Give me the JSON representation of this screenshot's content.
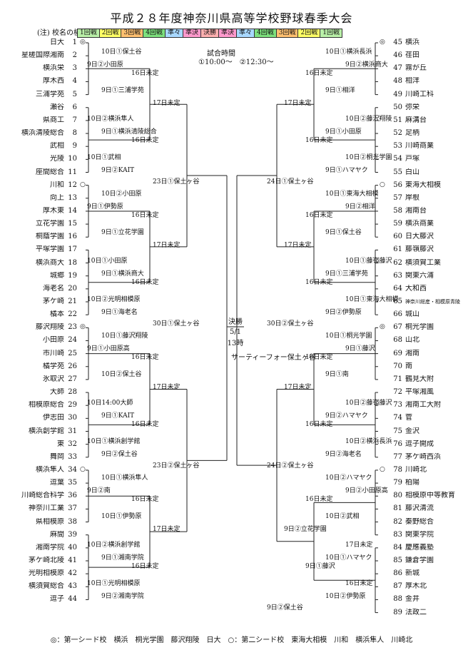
{
  "title": "平成２８年度神奈川県高等学校野球春季大会",
  "note": "(注) 校名の横の数字は抽選番号",
  "legend": [
    {
      "label": "1回戦",
      "color": "#b9f0a8"
    },
    {
      "label": "2回戦",
      "color": "#ffff66"
    },
    {
      "label": "3回戦",
      "color": "#ffc070"
    },
    {
      "label": "4回戦",
      "color": "#7de07d"
    },
    {
      "label": "準々",
      "color": "#a8d8ff"
    },
    {
      "label": "準決",
      "color": "#ff99cc"
    },
    {
      "label": "決勝",
      "color": "#ffb0b0"
    },
    {
      "label": "準決",
      "color": "#ff99cc"
    },
    {
      "label": "準々",
      "color": "#a8d8ff"
    },
    {
      "label": "4回戦",
      "color": "#7de07d"
    },
    {
      "label": "3回戦",
      "color": "#ffc070"
    },
    {
      "label": "2回戦",
      "color": "#ffff66"
    },
    {
      "label": "1回戦",
      "color": "#b9f0a8"
    }
  ],
  "match_time": {
    "title": "試合時間",
    "slots": "①10:00～　②12:30～"
  },
  "left_teams": [
    {
      "no": "1",
      "name": "日大",
      "seed": "◎"
    },
    {
      "no": "2",
      "name": "星槎国際湘南"
    },
    {
      "no": "3",
      "name": "横浜栄"
    },
    {
      "no": "4",
      "name": "厚木西"
    },
    {
      "no": "5",
      "name": "三浦学苑"
    },
    {
      "no": "6",
      "name": "瀬谷"
    },
    {
      "no": "7",
      "name": "県商工"
    },
    {
      "no": "8",
      "name": "横浜清陵総合"
    },
    {
      "no": "9",
      "name": "武相"
    },
    {
      "no": "10",
      "name": "光陵"
    },
    {
      "no": "11",
      "name": "座間総合"
    },
    {
      "no": "12",
      "name": "川和",
      "seed": "○"
    },
    {
      "no": "13",
      "name": "向上"
    },
    {
      "no": "14",
      "name": "厚木東"
    },
    {
      "no": "15",
      "name": "立花学園"
    },
    {
      "no": "16",
      "name": "桐蔭学園"
    },
    {
      "no": "17",
      "name": "平塚学園"
    },
    {
      "no": "18",
      "name": "横浜商大"
    },
    {
      "no": "19",
      "name": "城郷"
    },
    {
      "no": "20",
      "name": "海老名"
    },
    {
      "no": "21",
      "name": "茅ケ崎"
    },
    {
      "no": "22",
      "name": "橘本"
    },
    {
      "no": "23",
      "name": "藤沢翔陵",
      "seed": "◎"
    },
    {
      "no": "24",
      "name": "小田原"
    },
    {
      "no": "25",
      "name": "市川崎"
    },
    {
      "no": "26",
      "name": "橘学苑"
    },
    {
      "no": "27",
      "name": "氷取沢"
    },
    {
      "no": "28",
      "name": "大師"
    },
    {
      "no": "29",
      "name": "相模原総合"
    },
    {
      "no": "30",
      "name": "伊志田"
    },
    {
      "no": "31",
      "name": "横浜創学館"
    },
    {
      "no": "32",
      "name": "東"
    },
    {
      "no": "33",
      "name": "舞岡"
    },
    {
      "no": "34",
      "name": "横浜隼人",
      "seed": "○"
    },
    {
      "no": "35",
      "name": "逗葉"
    },
    {
      "no": "36",
      "name": "川崎総合科学"
    },
    {
      "no": "37",
      "name": "神奈川工業"
    },
    {
      "no": "38",
      "name": "県相模原"
    },
    {
      "no": "39",
      "name": "麻間"
    },
    {
      "no": "40",
      "name": "湘南学院"
    },
    {
      "no": "41",
      "name": "茅ケ崎北陵"
    },
    {
      "no": "42",
      "name": "光明相模原"
    },
    {
      "no": "43",
      "name": "横須賀総合"
    },
    {
      "no": "44",
      "name": "逗子"
    }
  ],
  "right_teams": [
    {
      "no": "45",
      "name": "横浜",
      "seed": "◎"
    },
    {
      "no": "46",
      "name": "荏田"
    },
    {
      "no": "47",
      "name": "霧が丘"
    },
    {
      "no": "48",
      "name": "相洋"
    },
    {
      "no": "49",
      "name": "川崎工科"
    },
    {
      "no": "50",
      "name": "弥栄"
    },
    {
      "no": "51",
      "name": "麻溝台"
    },
    {
      "no": "52",
      "name": "足柄"
    },
    {
      "no": "53",
      "name": "川崎商業"
    },
    {
      "no": "54",
      "name": "戸塚"
    },
    {
      "no": "55",
      "name": "白山"
    },
    {
      "no": "56",
      "name": "東海大相模",
      "seed": "○"
    },
    {
      "no": "57",
      "name": "岸根"
    },
    {
      "no": "58",
      "name": "湘南台"
    },
    {
      "no": "59",
      "name": "横浜商業"
    },
    {
      "no": "60",
      "name": "日大藤沢"
    },
    {
      "no": "61",
      "name": "藤嶺藤沢"
    },
    {
      "no": "62",
      "name": "横須賀工業"
    },
    {
      "no": "63",
      "name": "関東六浦"
    },
    {
      "no": "64",
      "name": "大和西"
    },
    {
      "no": "65",
      "name": "神奈川総産・相模原青陵"
    },
    {
      "no": "66",
      "name": "城山"
    },
    {
      "no": "67",
      "name": "桐光学園",
      "seed": "◎"
    },
    {
      "no": "68",
      "name": "山北"
    },
    {
      "no": "69",
      "name": "湘南"
    },
    {
      "no": "70",
      "name": "南"
    },
    {
      "no": "71",
      "name": "鶴見大附"
    },
    {
      "no": "72",
      "name": "平塚湘風"
    },
    {
      "no": "73",
      "name": "湘南工大附"
    },
    {
      "no": "74",
      "name": "菅"
    },
    {
      "no": "75",
      "name": "金沢"
    },
    {
      "no": "76",
      "name": "逗子開成"
    },
    {
      "no": "77",
      "name": "茅ケ崎西浜"
    },
    {
      "no": "78",
      "name": "川崎北",
      "seed": "○"
    },
    {
      "no": "79",
      "name": "柏陽"
    },
    {
      "no": "80",
      "name": "相模原中等教育"
    },
    {
      "no": "81",
      "name": "藤沢清流"
    },
    {
      "no": "82",
      "name": "秦野総合"
    },
    {
      "no": "83",
      "name": "関東学院"
    },
    {
      "no": "84",
      "name": "慶應義塾"
    },
    {
      "no": "85",
      "name": "鎌倉学園"
    },
    {
      "no": "86",
      "name": "新城"
    },
    {
      "no": "87",
      "name": "厚木北"
    },
    {
      "no": "88",
      "name": "金井"
    },
    {
      "no": "89",
      "name": "法政二"
    }
  ],
  "left_labels": [
    "10日①保土谷",
    "9日②小田原",
    "16日未定",
    "9日①三浦学苑",
    "17日未定",
    "10日②横浜隼人",
    "9日①横浜清陵総合",
    "16日未定",
    "10日①武相",
    "9日②KAIT",
    "23日①保土ヶ谷",
    "10日②小田原",
    "9日①伊勢原",
    "16日未定",
    "9日①立花学園",
    "17日未定",
    "10日①小田原",
    "9日①横浜商大",
    "16日未定",
    "10日②光明相模原",
    "9日①海老名",
    "30日①保土ヶ谷",
    "10日①藤沢翔陵",
    "9日①小田原高",
    "16日未定",
    "10日②保土谷",
    "17日未定",
    "10日14:00大師",
    "9日①KAIT",
    "16日未定",
    "10日①横浜創学館",
    "9日②保土谷",
    "23日②保土ヶ谷",
    "10日①横浜隼人",
    "9日②南",
    "16日未定",
    "10日①伊勢原",
    "17日未定",
    "10日②横浜創学館",
    "9日①湘南学院",
    "16日未定",
    "10日①光明相模原",
    "9日②湘南学院"
  ],
  "right_labels": [
    "10日①横浜長浜",
    "9日②横浜商大",
    "16日未定",
    "9日①相洋",
    "17日未定",
    "10日②藤沢翔陵",
    "9日①小田原",
    "16日未定",
    "10日②桐光学園",
    "9日①ハマヤク",
    "24日①保土ヶ谷",
    "10日①東海大相模",
    "9日②相洋",
    "16日未定",
    "9日①保土谷",
    "17日未定",
    "10日①藤嶺藤沢",
    "9日①三浦学苑",
    "16日未定",
    "10日①東海大相模",
    "9日②伊勢原",
    "30日②保土ヶ谷",
    "10日①桐光学園",
    "9日①藤沢",
    "16日未定",
    "9日①南",
    "17日未定",
    "10日②藤嶺藤沢",
    "9日②ハマヤク",
    "16日未定",
    "10日②横浜長浜",
    "9日②海老名",
    "24日②保土ヶ谷",
    "10日②ハマヤク",
    "9日②小田原高",
    "16日未定",
    "10日②武相",
    "9日②立花学園",
    "17日未定",
    "10日①ハマヤク",
    "9日①藤沢",
    "16日未定",
    "10日②伊勢原",
    "9日②保土谷"
  ],
  "final": {
    "title": "決勝",
    "date": "5/1",
    "time": "13時",
    "venue": "サーティーフォー保土ヶ谷"
  },
  "footer": "◎：第一シード校　横浜　桐光学園　藤沢翔陵　日大　○：第二シード校　東海大相模　川和　横浜隼人　川崎北"
}
